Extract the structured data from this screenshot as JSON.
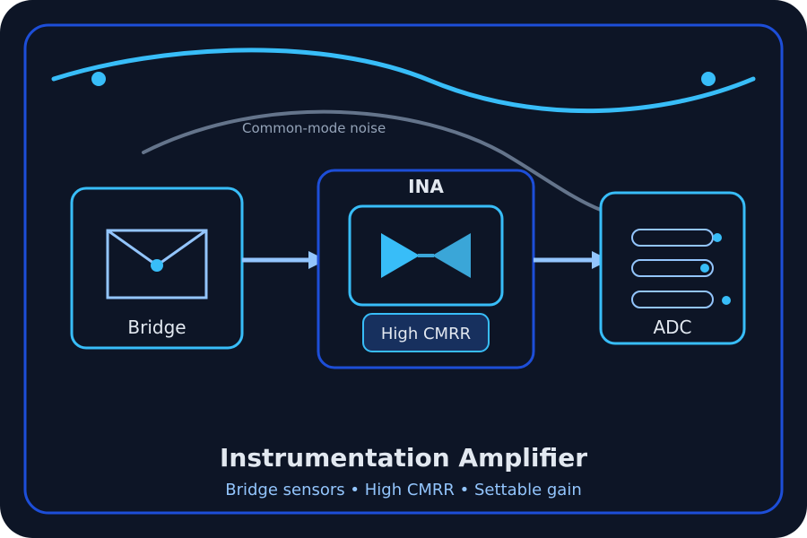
{
  "diagram": {
    "noise_label": "Common-mode noise",
    "bridge": {
      "label": "Bridge"
    },
    "ina": {
      "title": "INA",
      "badge": "High CMRR"
    },
    "adc": {
      "label": "ADC"
    },
    "footer": {
      "title": "Instrumentation Amplifier",
      "subtitle": "Bridge sensors • High CMRR • Settable gain"
    }
  },
  "colors": {
    "background": "#0d1526",
    "frame": "#1d4ed8",
    "box_border": "#38bdf8",
    "ina_border": "#1d4ed8",
    "accent_cyan": "#38bdf8",
    "signal_arrow": "#93c5fd",
    "noise_path": "#64748b",
    "noise_text": "#94a3b8",
    "text_light": "#e2e8f0",
    "text_subtitle": "#93c5fd",
    "badge_fill": "#17305e"
  },
  "icons": {
    "bridge": "envelope-icon",
    "ina": "bowtie-amplifier-icon",
    "adc": "stacked-bars-icon"
  }
}
